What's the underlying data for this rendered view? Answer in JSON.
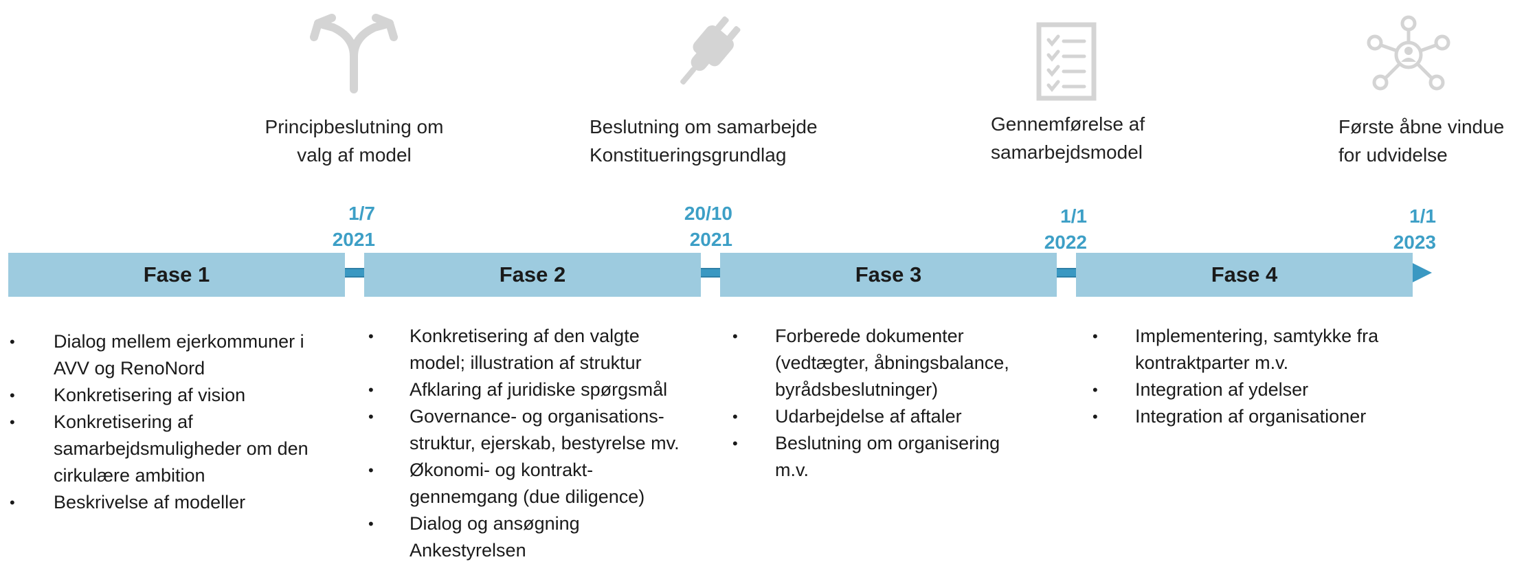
{
  "milestones": [
    {
      "icon": "split-arrows-icon",
      "text_lines": [
        "Principbeslutning om",
        "valg af model"
      ],
      "date": [
        "1/7",
        "2021"
      ]
    },
    {
      "icon": "plug-icon",
      "text_lines": [
        "Beslutning om samarbejde",
        "Konstitueringsgrundlag"
      ],
      "date": [
        "20/10",
        "2021"
      ]
    },
    {
      "icon": "checklist-icon",
      "text_lines": [
        "Gennemførelse af",
        "samarbejdsmodel"
      ],
      "date": [
        "1/1",
        "2022"
      ]
    },
    {
      "icon": "network-people-icon",
      "text_lines": [
        "Første åbne vindue",
        "for udvidelse"
      ],
      "date": [
        "1/1",
        "2023"
      ]
    }
  ],
  "phases": [
    {
      "label": "Fase 1",
      "bullets": [
        [
          "Dialog mellem ejerkommuner i",
          "AVV og RenoNord"
        ],
        [
          "Konkretisering af vision"
        ],
        [
          "Konkretisering af",
          "samarbejdsmuligheder om den",
          "cirkulære ambition"
        ],
        [
          "Beskrivelse af modeller"
        ]
      ]
    },
    {
      "label": "Fase 2",
      "bullets": [
        [
          "Konkretisering af den valgte",
          "model; illustration af struktur"
        ],
        [
          "Afklaring af juridiske spørgsmål"
        ],
        [
          "Governance- og organisations-",
          "struktur, ejerskab, bestyrelse mv."
        ],
        [
          "Økonomi- og kontrakt-",
          "gennemgang (due diligence)"
        ],
        [
          "Dialog og ansøgning",
          "Ankestyrelsen"
        ]
      ]
    },
    {
      "label": "Fase 3",
      "bullets": [
        [
          "Forberede dokumenter",
          "(vedtægter, åbningsbalance,",
          "byrådsbeslutninger)"
        ],
        [
          "Udarbejdelse af aftaler"
        ],
        [
          "Beslutning om organisering",
          "m.v."
        ]
      ]
    },
    {
      "label": "Fase 4",
      "bullets": [
        [
          "Implementering, samtykke fra",
          "kontraktparter m.v."
        ],
        [
          "Integration af ydelser"
        ],
        [
          "Integration af organisationer"
        ]
      ]
    }
  ],
  "colors": {
    "phase_bar": "#9dcbdf",
    "date_text": "#3d9fc6",
    "timeline": "#3a98c2",
    "icon": "#d4d4d4"
  }
}
